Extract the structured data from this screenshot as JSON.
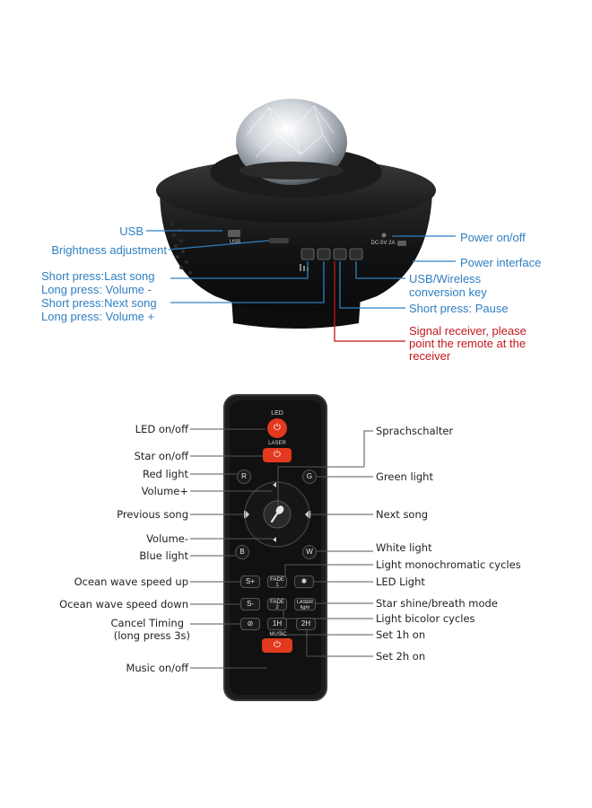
{
  "device": {
    "labels_left": {
      "usb": "USB",
      "brightness": "Brightness adjustment",
      "last_song_1": "Short press:Last song",
      "last_song_2": "Long press: Volume -",
      "next_song_1": "Short press:Next song",
      "next_song_2": "Long press: Volume +"
    },
    "labels_right": {
      "power_onoff": "Power on/off",
      "power_interface": "Power interface",
      "usb_wireless_1": "USB/Wireless",
      "usb_wireless_2": "conversion key",
      "pause": "Short press: Pause",
      "signal_1": "Signal receiver, please",
      "signal_2": "point the remote at the",
      "signal_3": "receiver"
    },
    "panel_text": {
      "usb_port": "USB",
      "dc": "DC-5V 2A"
    }
  },
  "remote": {
    "top_label": "LED",
    "laser_label": "LASER",
    "music_label": "MUSIC",
    "buttons": {
      "r": "R",
      "g": "G",
      "b": "B",
      "w": "W",
      "s_plus": "S+",
      "s_minus": "S-",
      "fade1": "FADE 1",
      "fade2": "FADE 2",
      "laser_light": "LASER light",
      "h1": "1H",
      "h2": "2H"
    },
    "labels_left": {
      "led_onoff": "LED on/off",
      "star_onoff": "Star on/off",
      "red_light": "Red light",
      "volume_plus": "Volume+",
      "previous_song": "Previous song",
      "volume_minus": "Volume-",
      "blue_light": "Blue light",
      "ocean_up": "Ocean wave speed up",
      "ocean_down": "Ocean wave speed down",
      "cancel_timing_1": "Cancel Timing",
      "cancel_timing_2": "(long press 3s)",
      "music_onoff": "Music on/off"
    },
    "labels_right": {
      "sprachschalter": "Sprachschalter",
      "green_light": "Green light",
      "next_song": "Next song",
      "white_light": "White light",
      "mono_cycles": "Light monochromatic cycles",
      "led_light": "LED Light",
      "star_shine": "Star shine/breath mode",
      "bicolor": "Light bicolor cycles",
      "set_1h": "Set 1h on",
      "set_2h": "Set 2h on"
    }
  },
  "colors": {
    "label_blue": "#2f7fc2",
    "label_red": "#c4161c",
    "button_red": "#e2391f",
    "device_body": "#151515"
  }
}
